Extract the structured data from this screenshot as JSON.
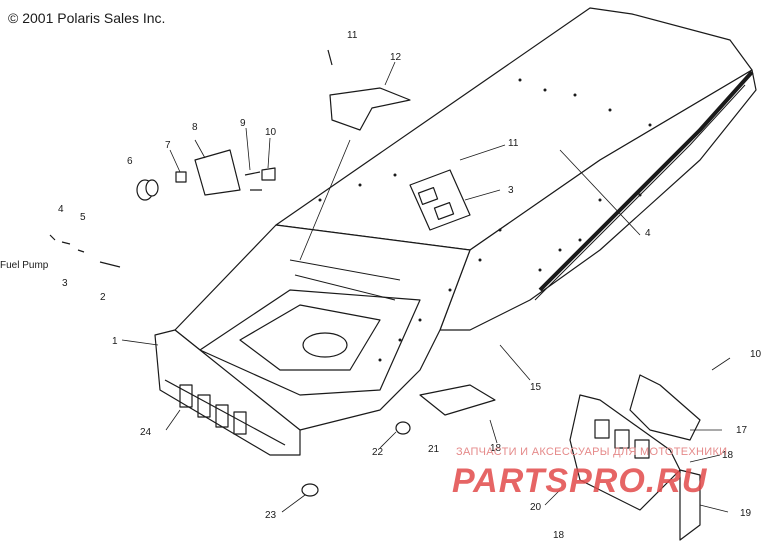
{
  "copyright": "© 2001 Polaris Sales Inc.",
  "labels": [
    {
      "id": "1",
      "text": "1"
    },
    {
      "id": "2",
      "text": "2"
    },
    {
      "id": "3a",
      "text": "3"
    },
    {
      "id": "3b",
      "text": "3"
    },
    {
      "id": "4a",
      "text": "4"
    },
    {
      "id": "4b",
      "text": "4"
    },
    {
      "id": "5",
      "text": "5"
    },
    {
      "id": "6",
      "text": "6"
    },
    {
      "id": "7",
      "text": "7"
    },
    {
      "id": "8",
      "text": "8"
    },
    {
      "id": "9",
      "text": "9"
    },
    {
      "id": "10a",
      "text": "10"
    },
    {
      "id": "10b",
      "text": "10"
    },
    {
      "id": "11a",
      "text": "11"
    },
    {
      "id": "11b",
      "text": "11"
    },
    {
      "id": "12",
      "text": "12"
    },
    {
      "id": "15",
      "text": "15"
    },
    {
      "id": "17",
      "text": "17"
    },
    {
      "id": "18a",
      "text": "18"
    },
    {
      "id": "18b",
      "text": "18"
    },
    {
      "id": "18c",
      "text": "18"
    },
    {
      "id": "19",
      "text": "19"
    },
    {
      "id": "20",
      "text": "20"
    },
    {
      "id": "21",
      "text": "21"
    },
    {
      "id": "22",
      "text": "22"
    },
    {
      "id": "23",
      "text": "23"
    },
    {
      "id": "24",
      "text": "24"
    },
    {
      "id": "fuel",
      "text": "Fuel Pump"
    }
  ],
  "watermark": {
    "tagline": "ЗАПЧАСТИ И АКСЕССУАРЫ ДЛЯ МОТОТЕХНИКИ",
    "logo": "PARTSPRO.RU",
    "color": "#e24b4b"
  }
}
